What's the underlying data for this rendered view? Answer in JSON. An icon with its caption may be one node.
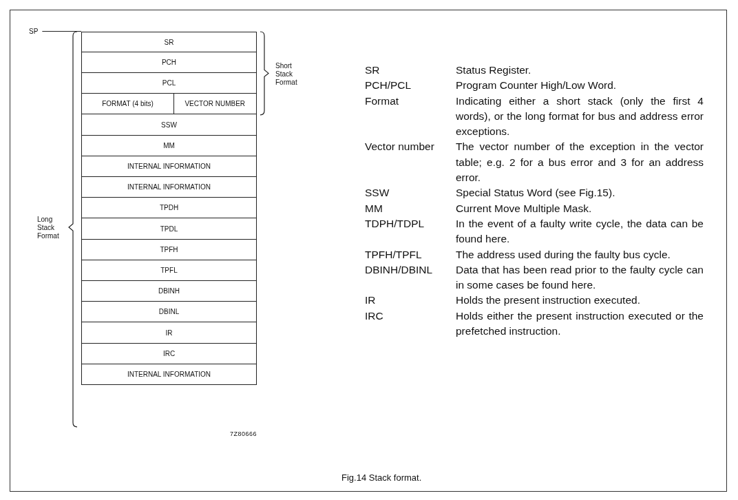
{
  "diagram": {
    "caption": "Fig.14 Stack format.",
    "nodes": [
      {
        "text": [
          "SP"
        ]
      },
      {
        "text": [
          "SR"
        ]
      },
      {
        "text": [
          "PCH"
        ]
      },
      {
        "text": [
          "PCL"
        ]
      },
      {
        "text": [
          "FORMAT (4 bits)"
        ]
      },
      {
        "text": [
          "VECTOR NUMBER"
        ]
      },
      {
        "text": [
          "SSW"
        ]
      },
      {
        "text": [
          "MM"
        ]
      },
      {
        "text": [
          "INTERNAL INFORMATION"
        ]
      },
      {
        "text": [
          "INTERNAL INFORMATION"
        ]
      },
      {
        "text": [
          "TPDH"
        ]
      },
      {
        "text": [
          "TPDL"
        ]
      },
      {
        "text": [
          "TPFH"
        ]
      },
      {
        "text": [
          "TPFL"
        ]
      },
      {
        "text": [
          "DBINH"
        ]
      },
      {
        "text": [
          "DBINL"
        ]
      },
      {
        "text": [
          "IR"
        ]
      },
      {
        "text": [
          "IRC"
        ]
      },
      {
        "text": [
          "INTERNAL INFORMATION"
        ]
      }
    ],
    "edges": [
      {
        "from": 0,
        "to": 1,
        "arrow": "none"
      }
    ],
    "labels": [
      "Short Stack Format",
      "Long Stack Format",
      "7Z80666",
      "SR",
      "Status Register.",
      "PCH/PCL",
      "Program Counter High/Low Word.",
      "Format",
      "Indicating either a short stack (only the first 4 words), or the long format for bus and address error exceptions.",
      "Vector number",
      "The vector number of the exception in the vector table; e.g. 2 for a bus error and 3 for an address error.",
      "SSW",
      "Special Status Word (see Fig.15).",
      "MM",
      "Current Move Multiple Mask.",
      "TDPH/TDPL",
      "In the event of a faulty write cycle, the data can be found here.",
      "TPFH/TPFL",
      "The address used during the faulty bus cycle.",
      "DBINH/DBINL",
      "Data that has been read prior to the faulty cycle can in some cases be found here.",
      "IR",
      "Holds the present instruction executed.",
      "IRC",
      "Holds either the present instruction executed or the prefetched instruction."
    ]
  }
}
